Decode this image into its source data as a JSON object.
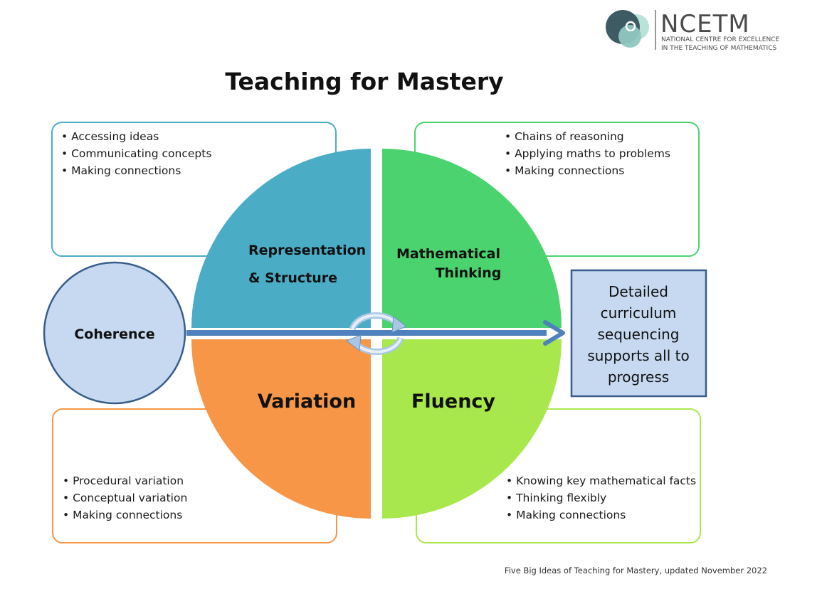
{
  "logo": {
    "wordmark": "NCETM",
    "line1": "NATIONAL CENTRE FOR EXCELLENCE",
    "line2": "IN THE TEACHING OF MATHEMATICS"
  },
  "title": "Teaching for Mastery",
  "quadrants": {
    "top_left": {
      "label_line1": "Representation",
      "label_line2": "& Structure",
      "color": "#4BACC6"
    },
    "top_right": {
      "label_line1": "Mathematical",
      "label_line2": "Thinking",
      "color": "#4AD36E"
    },
    "bottom_left": {
      "label": "Variation",
      "color": "#F79646"
    },
    "bottom_right": {
      "label": "Fluency",
      "color": "#A9E84C"
    }
  },
  "boxes": {
    "top_left": {
      "border_color": "#4BACC6",
      "items": [
        "• Accessing ideas",
        "• Communicating concepts",
        "• Making connections"
      ]
    },
    "top_right": {
      "border_color": "#4AD36E",
      "items": [
        "• Chains of reasoning",
        "• Applying maths to problems",
        "• Making connections"
      ]
    },
    "bottom_left": {
      "border_color": "#F79646",
      "items": [
        "• Procedural variation",
        "• Conceptual variation",
        "• Making connections"
      ]
    },
    "bottom_right": {
      "border_color": "#A9E84C",
      "items": [
        "• Knowing key mathematical facts",
        "• Thinking flexibly",
        "• Making connections"
      ]
    }
  },
  "coherence": {
    "label": "Coherence",
    "fill": "#C6D9F1",
    "stroke": "#385D8A"
  },
  "sequencing": {
    "lines": [
      "Detailed",
      "curriculum",
      "sequencing",
      "supports all to",
      "progress"
    ],
    "fill": "#C6D9F1",
    "stroke": "#385D8A"
  },
  "arrow_color": "#4F81BD",
  "footer": "Five Big Ideas of Teaching for Mastery, updated November 2022"
}
